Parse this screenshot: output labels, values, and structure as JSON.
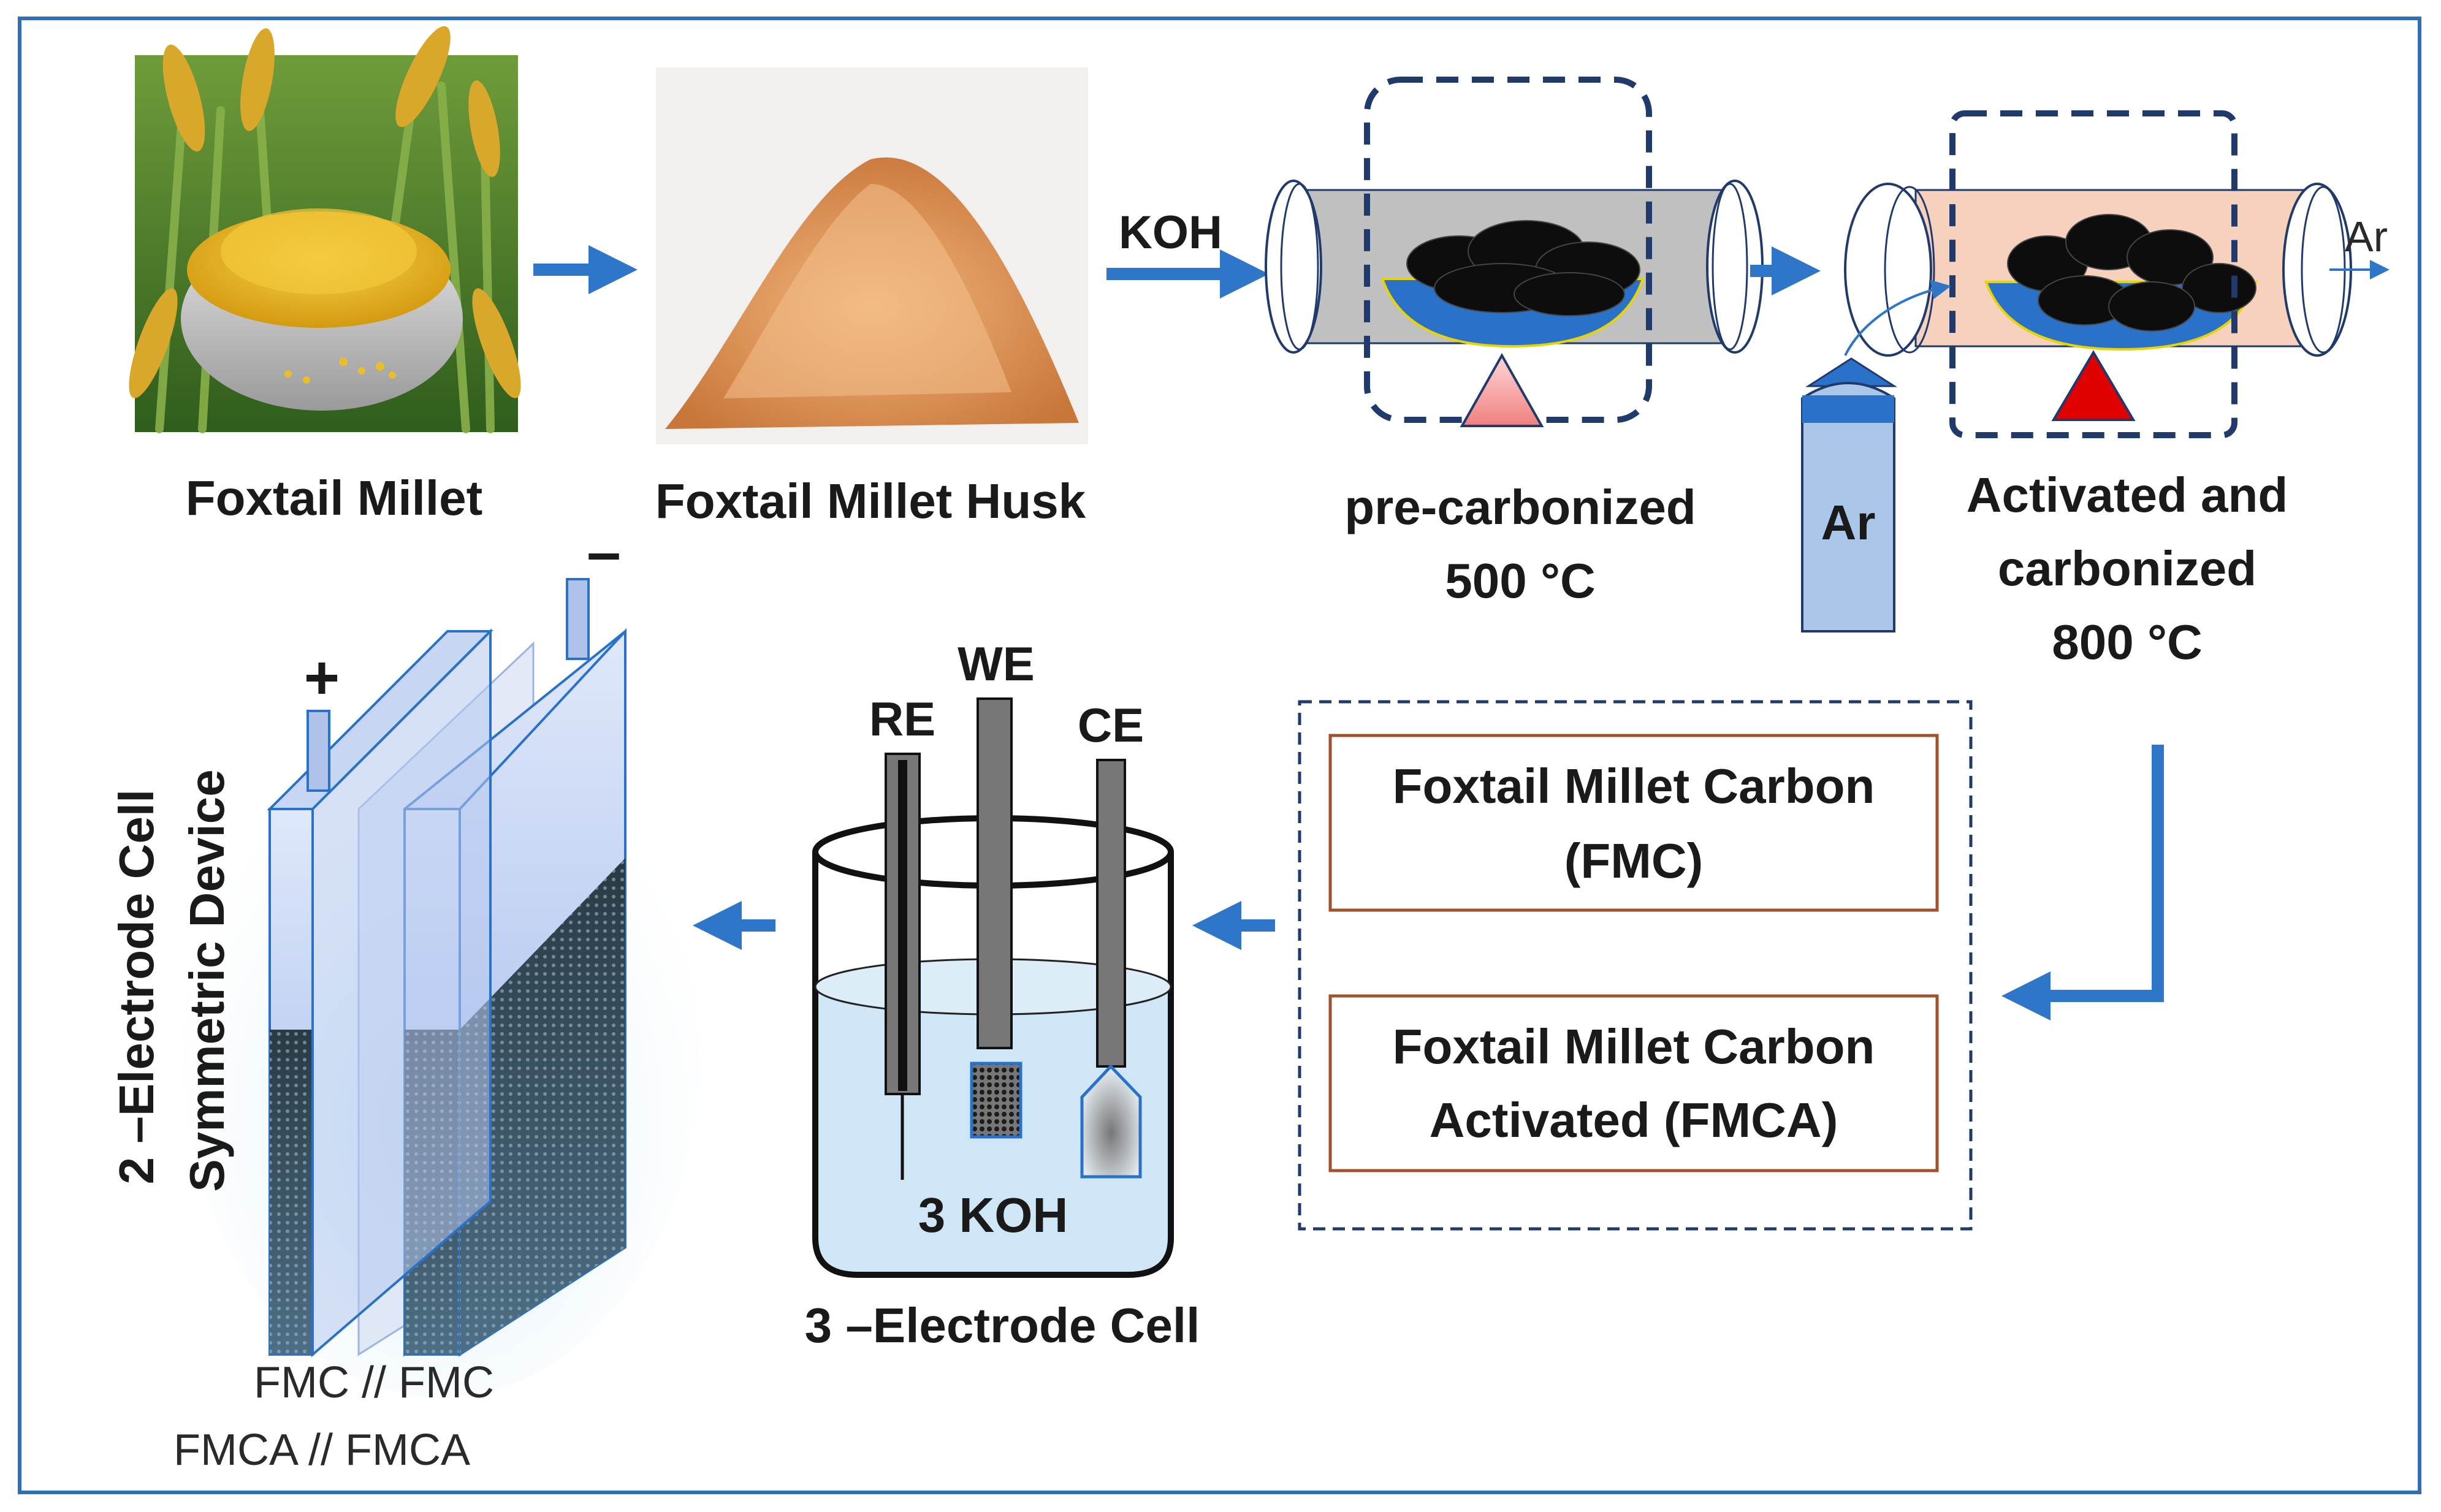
{
  "colors": {
    "frame": "#2f6fb5",
    "arrow": "#2f75c8",
    "furnace_dash": "#1f3a6b",
    "tube_gray": "#c0c0c0",
    "tube_peach": "#f6d1bd",
    "boat_blue": "#2a72c9",
    "carbon": "#0d0d0d",
    "heat_light": "#f5a3a3",
    "heat_red": "#e00000",
    "electrolyte": "#cfe6f6",
    "product_border": "#a0522d"
  },
  "steps": {
    "millet": "Foxtail Millet",
    "husk": "Foxtail Millet Husk",
    "koh": "KOH",
    "precarb_line1": "pre-carbonized",
    "precarb_line2": "500 °C",
    "gas_out": "Ar",
    "cylinder": "Ar",
    "activated_line1": "Activated and",
    "activated_line2": "carbonized",
    "activated_line3": "800 °C"
  },
  "products": {
    "fmc_line1": "Foxtail Millet Carbon",
    "fmc_line2": "(FMC)",
    "fmca_line1": "Foxtail Millet Carbon",
    "fmca_line2": "Activated (FMCA)"
  },
  "three_electrode": {
    "re": "RE",
    "we": "WE",
    "ce": "CE",
    "electrolyte": "3 KOH",
    "caption": "3 –Electrode Cell"
  },
  "two_electrode": {
    "plus": "+",
    "minus": "–",
    "caption_line1": "2 –Electrode Cell",
    "caption_line2": "Symmetric Device",
    "config1": "FMC // FMC",
    "config2": "FMCA // FMCA"
  }
}
